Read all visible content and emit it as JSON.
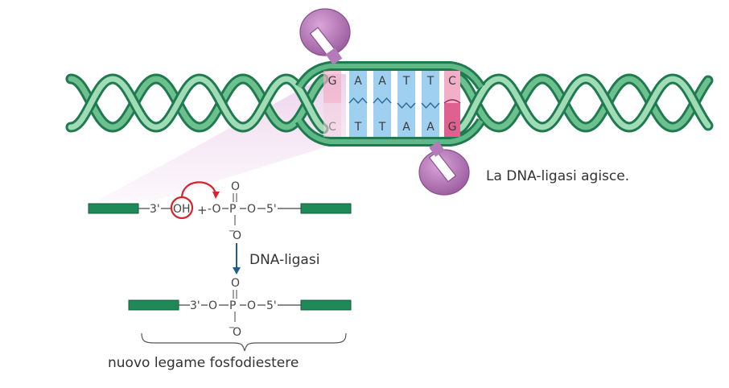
{
  "labels": {
    "enzyme_action": "La DNA-ligasi agisce.",
    "enzyme_name": "DNA-ligasi",
    "new_bond": "nuovo legame fosfodiestere"
  },
  "colors": {
    "helix_dark": "#1f7a4f",
    "helix_mid": "#3aa56a",
    "helix_light": "#8fd0a8",
    "enzyme": "#b57ab8",
    "enzyme_dark": "#8a4f8e",
    "base_blue": "#9fd0ef",
    "base_pink": "#f2b0c8",
    "base_magenta": "#e0608f",
    "arrow_red": "#d9232a",
    "arrow_blue": "#1f5f8b"
  },
  "bases": {
    "top": [
      "G",
      "A",
      "A",
      "T",
      "T",
      "C"
    ],
    "bottom": [
      "C",
      "T",
      "T",
      "A",
      "A",
      "G"
    ]
  },
  "reactant": {
    "three_prime": "3'",
    "hydroxyl": "OH",
    "plus": "+",
    "phosphate_o_minus": "-O",
    "p": "P",
    "o_link": "O",
    "five_prime": "5'",
    "o_top": "O",
    "o_bottom": "O",
    "minus": "−"
  },
  "product": {
    "three_prime": "3'",
    "o_link1": "O",
    "p": "P",
    "o_link2": "O",
    "five_prime": "5'",
    "o_top": "O",
    "o_bottom": "O",
    "minus": "−"
  }
}
